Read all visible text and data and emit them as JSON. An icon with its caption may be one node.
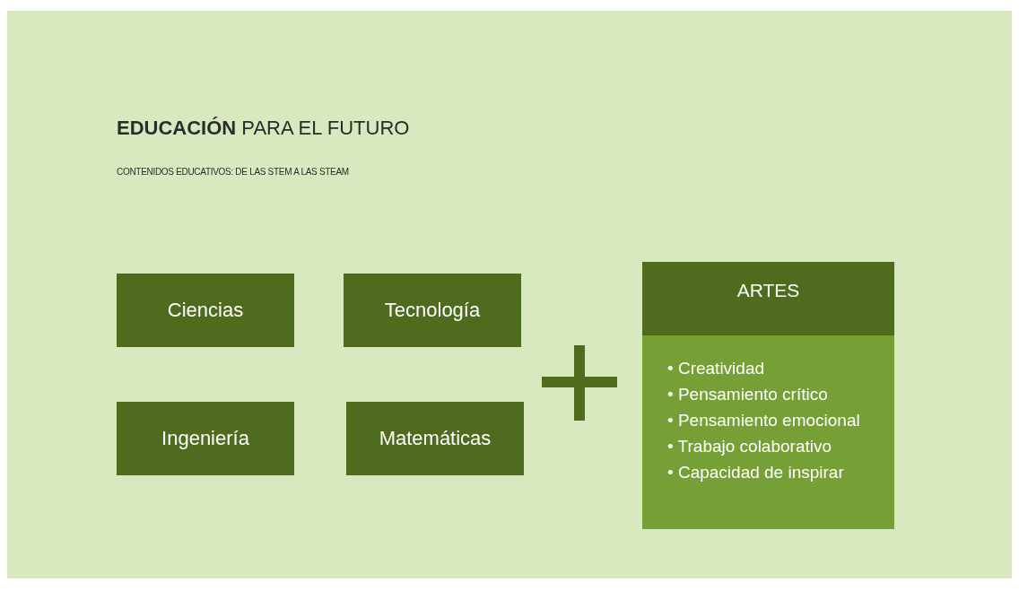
{
  "diagram": {
    "title": "**EDUCACIÓN** PARA EL FUTURO",
    "nodes": [
      {
        "text": [
          "Ciencias"
        ]
      },
      {
        "text": [
          "Tecnología"
        ]
      },
      {
        "text": [
          "Ingeniería"
        ]
      },
      {
        "text": [
          "Matemáticas"
        ]
      },
      {
        "text": [
          "ARTES",
          "• Creatividad",
          "• Pensamiento crítico",
          "• Pensamiento emocional",
          "• Trabajo colaborativo",
          "• Capacidad de inspirar"
        ]
      }
    ],
    "edges": [],
    "labels": [
      "CONTENIDOS EDUCATIVOS: DE LAS STEM A LAS STEAM"
    ]
  }
}
